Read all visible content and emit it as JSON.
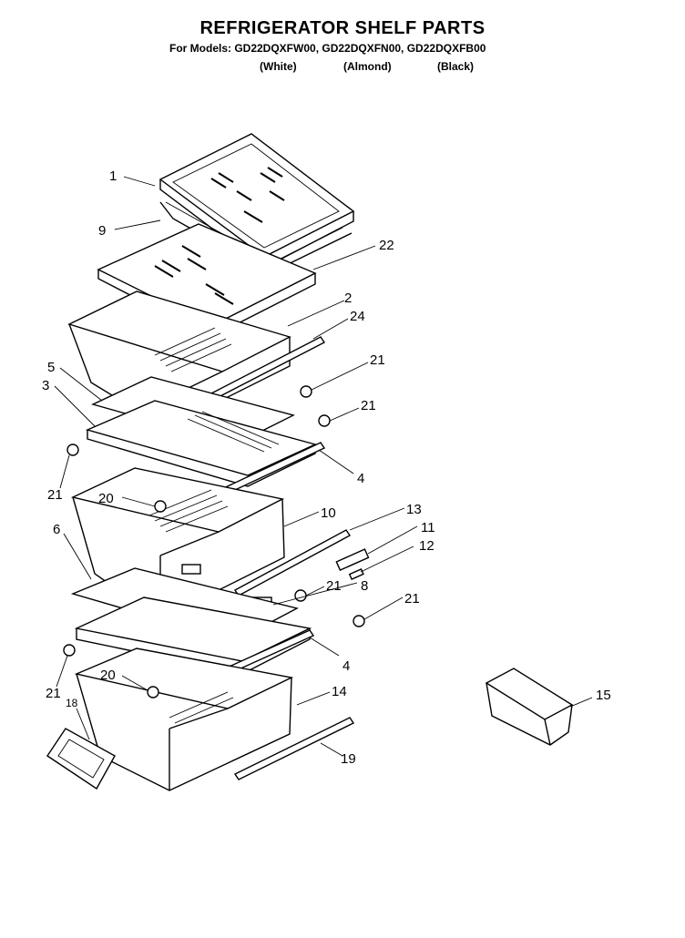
{
  "header": {
    "title": "REFRIGERATOR SHELF PARTS",
    "models_line": "For Models: GD22DQXFW00, GD22DQXFN00, GD22DQXFB00",
    "colors": [
      "(White)",
      "(Almond)",
      "(Black)"
    ]
  },
  "callouts": {
    "p1": "1",
    "p9": "9",
    "p22": "22",
    "p2": "2",
    "p24": "24",
    "p21a": "21",
    "p5": "5",
    "p3": "3",
    "p21b": "21",
    "p4a": "4",
    "p21c": "21",
    "p20a": "20",
    "p10": "10",
    "p13": "13",
    "p11": "11",
    "p12": "12",
    "p6": "6",
    "p8": "8",
    "p21d": "21",
    "p21e": "21",
    "p4b": "4",
    "p21f": "21",
    "p20b": "20",
    "p14": "14",
    "p15": "15",
    "p18": "18",
    "p19": "19"
  }
}
